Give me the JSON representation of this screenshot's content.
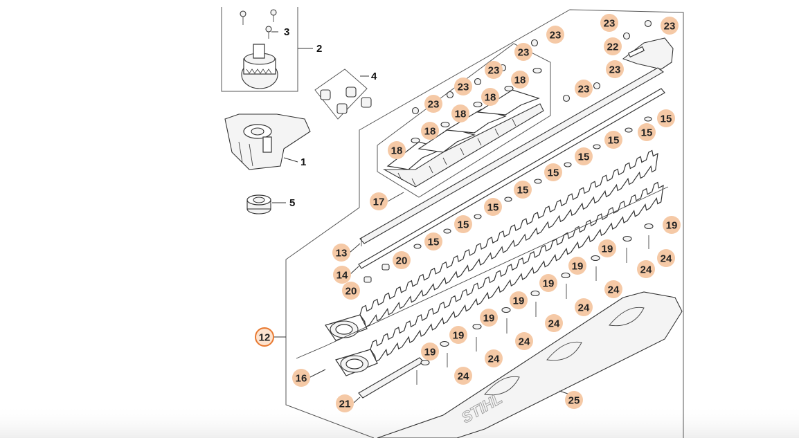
{
  "colors": {
    "callout_fill": "#f5c9a6",
    "callout_highlight_fill": "#fde3cf",
    "callout_highlight_stroke": "#e8782f",
    "line": "#333333"
  },
  "logo_text": "STIHL",
  "callouts": [
    {
      "id": "c-23a",
      "label": "23"
    },
    {
      "id": "c-23b",
      "label": "23"
    },
    {
      "id": "c-23c",
      "label": "23"
    },
    {
      "id": "c-23d",
      "label": "23"
    },
    {
      "id": "c-23e",
      "label": "23"
    },
    {
      "id": "c-23f",
      "label": "23"
    },
    {
      "id": "c-23g",
      "label": "23"
    },
    {
      "id": "c-23h",
      "label": "23"
    },
    {
      "id": "c-23i",
      "label": "23"
    },
    {
      "id": "c-22",
      "label": "22"
    },
    {
      "id": "c-18a",
      "label": "18"
    },
    {
      "id": "c-18b",
      "label": "18"
    },
    {
      "id": "c-18c",
      "label": "18"
    },
    {
      "id": "c-18d",
      "label": "18"
    },
    {
      "id": "c-18e",
      "label": "18"
    },
    {
      "id": "c-17",
      "label": "17"
    },
    {
      "id": "c-15a",
      "label": "15"
    },
    {
      "id": "c-15b",
      "label": "15"
    },
    {
      "id": "c-15c",
      "label": "15"
    },
    {
      "id": "c-15d",
      "label": "15"
    },
    {
      "id": "c-15e",
      "label": "15"
    },
    {
      "id": "c-15f",
      "label": "15"
    },
    {
      "id": "c-15g",
      "label": "15"
    },
    {
      "id": "c-15h",
      "label": "15"
    },
    {
      "id": "c-15i",
      "label": "15"
    },
    {
      "id": "c-13",
      "label": "13"
    },
    {
      "id": "c-14",
      "label": "14"
    },
    {
      "id": "c-20a",
      "label": "20"
    },
    {
      "id": "c-20b",
      "label": "20"
    },
    {
      "id": "c-19a",
      "label": "19"
    },
    {
      "id": "c-19b",
      "label": "19"
    },
    {
      "id": "c-19c",
      "label": "19"
    },
    {
      "id": "c-19d",
      "label": "19"
    },
    {
      "id": "c-19e",
      "label": "19"
    },
    {
      "id": "c-19f",
      "label": "19"
    },
    {
      "id": "c-19g",
      "label": "19"
    },
    {
      "id": "c-19h",
      "label": "19"
    },
    {
      "id": "c-24a",
      "label": "24"
    },
    {
      "id": "c-24b",
      "label": "24"
    },
    {
      "id": "c-24c",
      "label": "24"
    },
    {
      "id": "c-24d",
      "label": "24"
    },
    {
      "id": "c-24e",
      "label": "24"
    },
    {
      "id": "c-24f",
      "label": "24"
    },
    {
      "id": "c-24g",
      "label": "24"
    },
    {
      "id": "c-24h",
      "label": "24"
    },
    {
      "id": "c-12",
      "label": "12"
    },
    {
      "id": "c-16",
      "label": "16"
    },
    {
      "id": "c-21",
      "label": "21"
    },
    {
      "id": "c-25",
      "label": "25"
    }
  ],
  "plain_labels": [
    {
      "id": "l-3",
      "label": "3"
    },
    {
      "id": "l-2",
      "label": "2"
    },
    {
      "id": "l-4",
      "label": "4"
    },
    {
      "id": "l-1",
      "label": "1"
    },
    {
      "id": "l-5",
      "label": "5"
    }
  ]
}
